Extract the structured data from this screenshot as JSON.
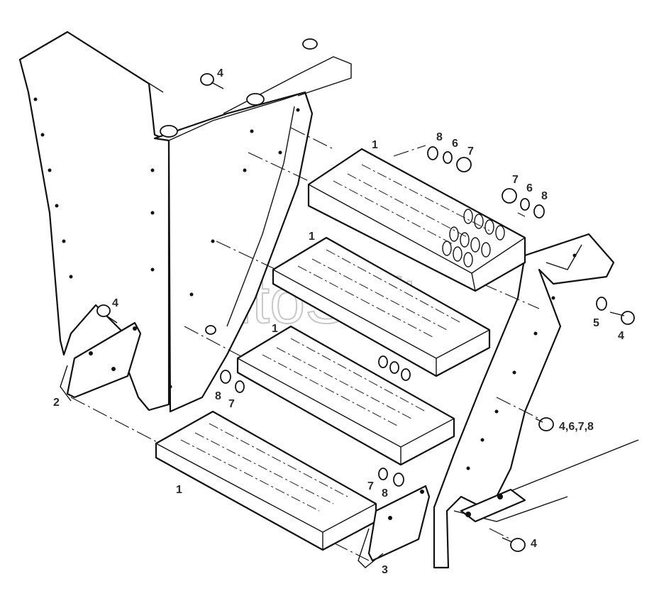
{
  "watermark": "AutoSoft",
  "labels": {
    "top_step": "1",
    "second_step": "1",
    "third_step": "1",
    "bottom_step": "1",
    "left_bracket": "2",
    "right_bracket": "3",
    "top_bolt": "4",
    "left_bolt": "4",
    "right_bolt_upper": "4",
    "right_bolt_lower": "4",
    "right_washer": "5",
    "right_bolt_kit": "4,6,7,8",
    "hw_top_left_8": "8",
    "hw_top_left_6": "6",
    "hw_top_left_7": "7",
    "hw_top_right_7": "7",
    "hw_top_right_6": "6",
    "hw_top_right_8": "8",
    "hw_mid_left_8": "8",
    "hw_mid_left_7": "7",
    "hw_low_7": "7",
    "hw_low_8": "8"
  }
}
